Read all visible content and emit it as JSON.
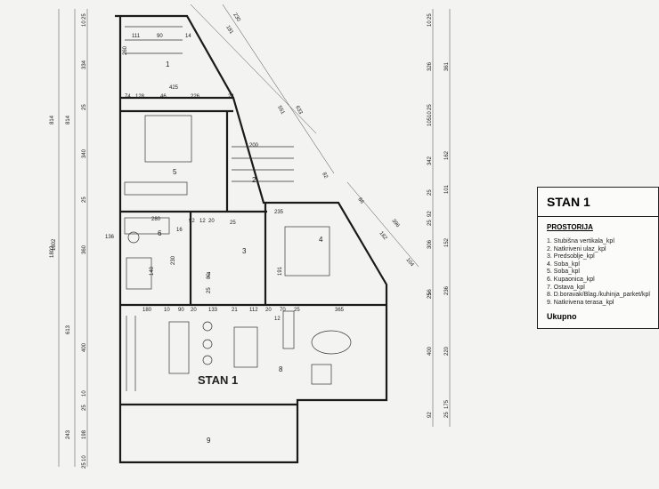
{
  "plan_label": "STAN 1",
  "room_numbers": [
    "1",
    "2",
    "3",
    "4",
    "5",
    "6",
    "7",
    "8",
    "9"
  ],
  "left_dims_outer": [
    "25",
    "10",
    "334",
    "814",
    "25",
    "340",
    "25",
    "1802",
    "360",
    "613",
    "400",
    "10",
    "25",
    "243",
    "198",
    "10",
    "25"
  ],
  "left_dims_inner": [
    "814",
    "1802"
  ],
  "right_dims": [
    "25",
    "10",
    "326",
    "361",
    "25",
    "10",
    "105",
    "342",
    "162",
    "25",
    "101",
    "92",
    "25",
    "306",
    "152",
    "25",
    "56",
    "236",
    "400",
    "220",
    "92",
    "25",
    "175"
  ],
  "top_dims": [
    "111",
    "90",
    "260",
    "425",
    "74",
    "128",
    "46",
    "226",
    "24",
    "14"
  ],
  "diag_dims": [
    "230",
    "181",
    "551",
    "633",
    "82",
    "396",
    "182",
    "104",
    "86"
  ],
  "interior_dims": [
    "200",
    "280",
    "92",
    "12",
    "20",
    "16",
    "136",
    "230",
    "140",
    "25",
    "235",
    "80",
    "25",
    "191",
    "180",
    "10",
    "90",
    "20",
    "133",
    "21",
    "112",
    "20",
    "70",
    "25",
    "365",
    "12"
  ],
  "legend": {
    "title": "STAN 1",
    "subtitle": "PROSTORIJA",
    "items": [
      "1.  Stubišna vertikala_kpl",
      "2.  Natkriveni ulaz_kpl",
      "3.  Predsoblje_kpl",
      "4.  Soba_kpl",
      "5.  Soba_kpl",
      "6.  Kupaonica_kpl",
      "7.  Ostava_kpl",
      "8.  D.boravak/Blag./kuhinja_parket/kpl",
      "9.  Natkrivena terasa_kpl"
    ],
    "total": "Ukupno"
  }
}
